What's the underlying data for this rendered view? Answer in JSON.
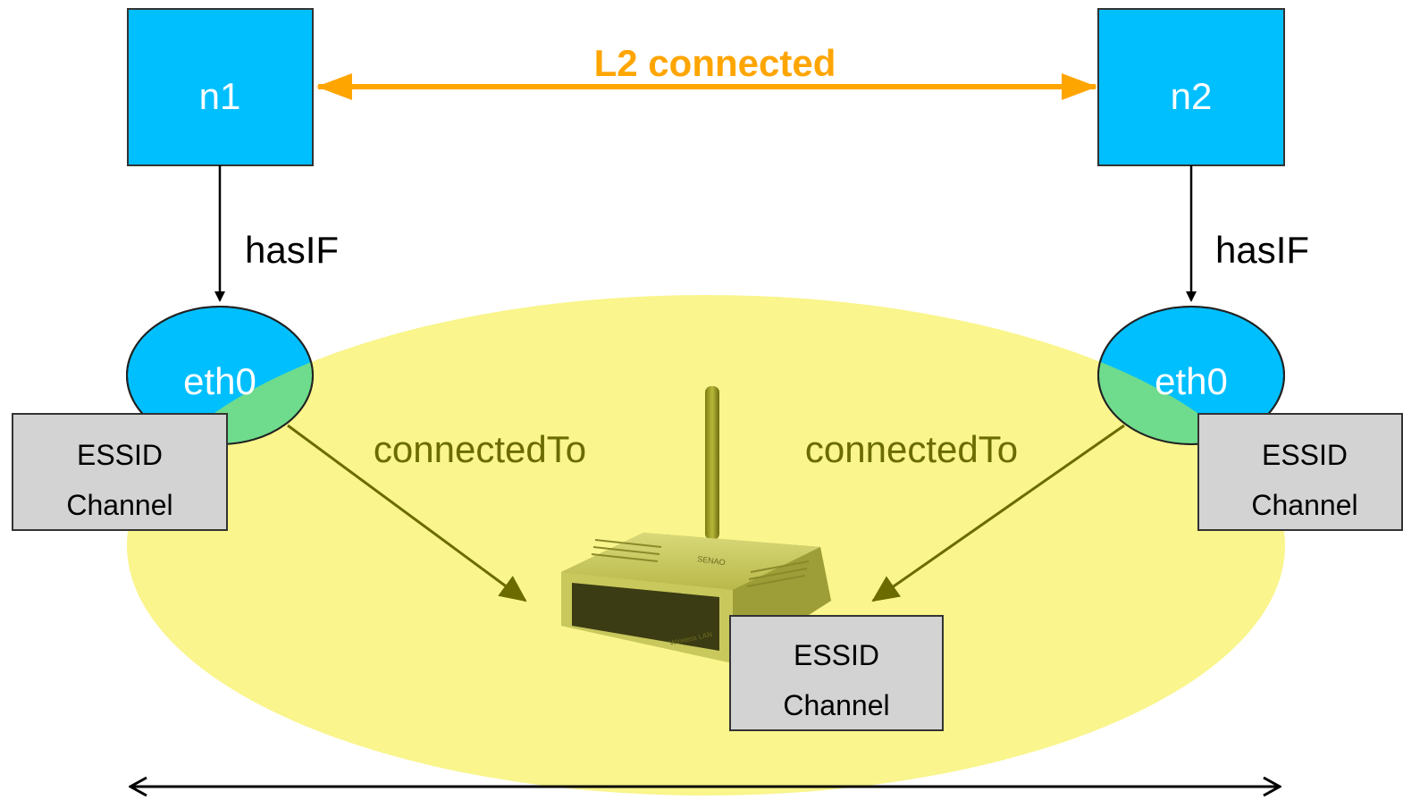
{
  "nodes": [
    {
      "id": "n1",
      "label": "n1"
    },
    {
      "id": "n2",
      "label": "n2"
    }
  ],
  "interfaces": [
    {
      "id": "if-left",
      "label": "eth0",
      "box_lines": [
        "ESSID",
        "Channel"
      ]
    },
    {
      "id": "if-right",
      "label": "eth0",
      "box_lines": [
        "ESSID",
        "Channel"
      ]
    }
  ],
  "access_point": {
    "box_lines": [
      "ESSID",
      "Channel"
    ],
    "device_text": "Wireless LAN",
    "brand_text": "SENAO"
  },
  "edges": {
    "l2": "L2 connected",
    "has_if_left": "hasIF",
    "has_if_right": "hasIF",
    "connected_left": "connectedTo",
    "connected_right": "connectedTo"
  },
  "colors": {
    "node_fill": "#00BFFF",
    "l2_arrow": "#FFA500",
    "coverage_area": "#FAF58C",
    "connected_arrow": "#6B6B00",
    "box_fill": "#D3D3D3",
    "overlap": "#6EDC8C"
  }
}
